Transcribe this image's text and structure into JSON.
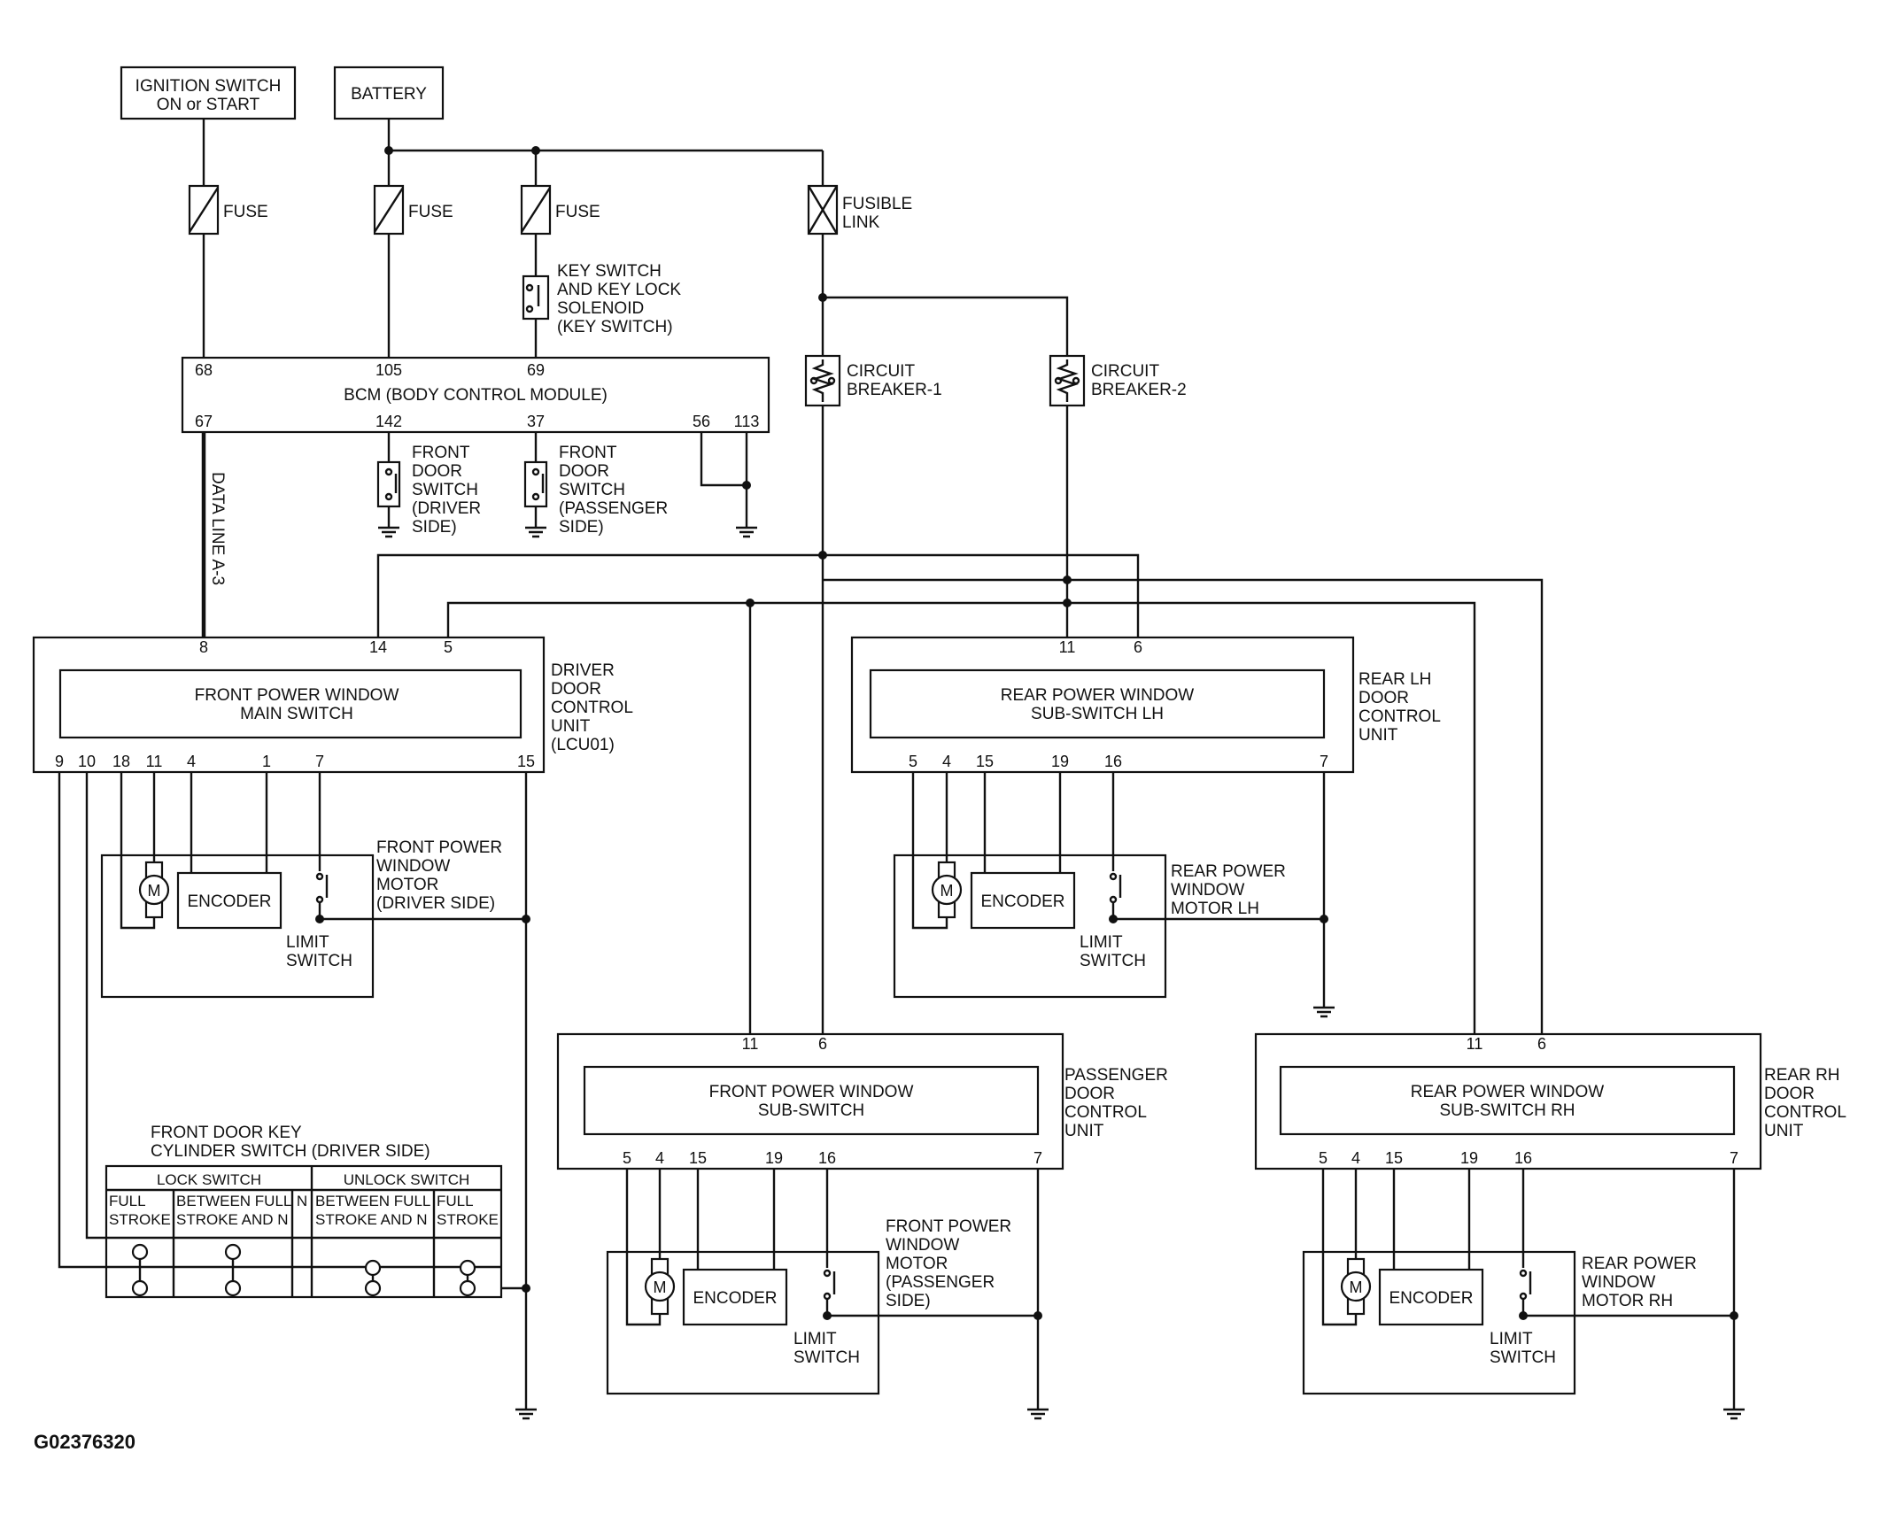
{
  "figure_id": "G02376320",
  "sources": {
    "ignition": [
      "IGNITION SWITCH",
      "ON or START"
    ],
    "battery": "BATTERY"
  },
  "protection": {
    "fuse": "FUSE",
    "fusible_link": [
      "FUSIBLE",
      "LINK"
    ],
    "circuit_breaker_1": [
      "CIRCUIT",
      "BREAKER-1"
    ],
    "circuit_breaker_2": [
      "CIRCUIT",
      "BREAKER-2"
    ]
  },
  "key_switch": [
    "KEY SWITCH",
    "AND KEY LOCK",
    "SOLENOID",
    "(KEY SWITCH)"
  ],
  "bcm": {
    "label": "BCM (BODY CONTROL MODULE)",
    "pins_top": [
      "68",
      "105",
      "69"
    ],
    "pins_bottom": [
      "67",
      "142",
      "37",
      "56",
      "113"
    ]
  },
  "front_door_switch_driver": [
    "FRONT",
    "DOOR",
    "SWITCH",
    "(DRIVER",
    " SIDE)"
  ],
  "front_door_switch_passenger": [
    "FRONT",
    "DOOR",
    "SWITCH",
    "(PASSENGER",
    " SIDE)"
  ],
  "data_line": "DATA LINE A-3",
  "driver_unit": {
    "inner": [
      "FRONT POWER WINDOW",
      "MAIN SWITCH"
    ],
    "side": [
      "DRIVER",
      "DOOR",
      "CONTROL",
      "UNIT",
      "(LCU01)"
    ],
    "pins_top": [
      "8",
      "14",
      "5"
    ],
    "pins_bottom": [
      "9",
      "10",
      "18",
      "11",
      "4",
      "1",
      "7",
      "15"
    ]
  },
  "rear_lh_unit": {
    "inner": [
      "REAR POWER WINDOW",
      "SUB-SWITCH LH"
    ],
    "side": [
      "REAR LH",
      "DOOR",
      "CONTROL",
      "UNIT"
    ],
    "pins_top": [
      "11",
      "6"
    ],
    "pins_bottom": [
      "5",
      "4",
      "15",
      "19",
      "16",
      "7"
    ]
  },
  "passenger_unit": {
    "inner": [
      "FRONT POWER WINDOW",
      "SUB-SWITCH"
    ],
    "side": [
      "PASSENGER",
      "DOOR",
      "CONTROL",
      "UNIT"
    ],
    "pins_top": [
      "11",
      "6"
    ],
    "pins_bottom": [
      "5",
      "4",
      "15",
      "19",
      "16",
      "7"
    ]
  },
  "rear_rh_unit": {
    "inner": [
      "REAR POWER WINDOW",
      "SUB-SWITCH RH"
    ],
    "side": [
      "REAR RH",
      "DOOR",
      "CONTROL",
      "UNIT"
    ],
    "pins_top": [
      "11",
      "6"
    ],
    "pins_bottom": [
      "5",
      "4",
      "15",
      "19",
      "16",
      "7"
    ]
  },
  "motors": {
    "driver": [
      "FRONT POWER",
      "WINDOW",
      "MOTOR",
      "(DRIVER SIDE)"
    ],
    "rear_lh": [
      "REAR POWER",
      "WINDOW",
      "MOTOR LH"
    ],
    "passenger": [
      "FRONT POWER",
      "WINDOW",
      "MOTOR",
      "(PASSENGER",
      " SIDE)"
    ],
    "rear_rh": [
      "REAR POWER",
      "WINDOW",
      "MOTOR RH"
    ]
  },
  "motor_symbol": "M",
  "encoder": "ENCODER",
  "limit_switch": [
    "LIMIT",
    "SWITCH"
  ],
  "key_cylinder": {
    "title": [
      "FRONT DOOR KEY",
      "CYLINDER SWITCH (DRIVER SIDE)"
    ],
    "lock_switch": "LOCK SWITCH",
    "unlock_switch": "UNLOCK SWITCH",
    "full_stroke": [
      "FULL",
      "STROKE"
    ],
    "between_full_stroke": [
      "BETWEEN FULL",
      "STROKE AND N"
    ],
    "neutral": "N"
  }
}
